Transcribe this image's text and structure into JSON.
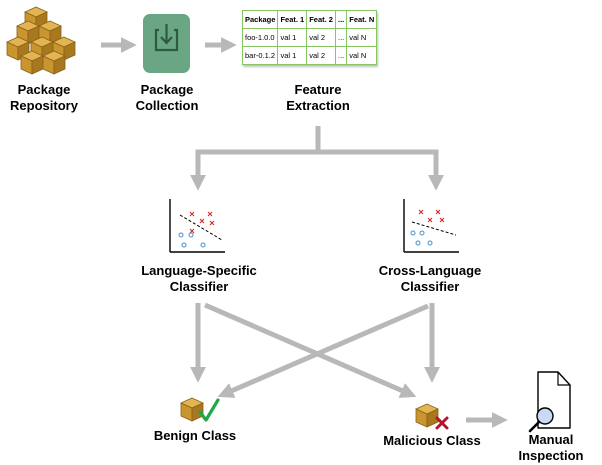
{
  "nodes": {
    "repository": {
      "line1": "Package",
      "line2": "Repository"
    },
    "collection": {
      "line1": "Package",
      "line2": "Collection"
    },
    "extraction": {
      "line1": "Feature",
      "line2": "Extraction"
    },
    "lang_specific": {
      "line1": "Language-Specific",
      "line2": "Classifier"
    },
    "cross_lang": {
      "line1": "Cross-Language",
      "line2": "Classifier"
    },
    "benign": {
      "label": "Benign Class"
    },
    "malicious": {
      "label": "Malicious Class"
    },
    "manual": {
      "line1": "Manual",
      "line2": "Inspection"
    }
  },
  "feature_table": {
    "headers": [
      "Package",
      "Feat. 1",
      "Feat. 2",
      "...",
      "Feat. N"
    ],
    "rows": [
      [
        "foo-1.0.0",
        "val 1",
        "val 2",
        "...",
        "val N"
      ],
      [
        "bar-0.1.2",
        "val 1",
        "val 2",
        "...",
        "val N"
      ]
    ]
  },
  "colors": {
    "arrow": "#b8b8b8",
    "box": "#c8952f",
    "collection_icon": "#6aa684",
    "table_border": "#86c764",
    "scatter_x": "#d62728",
    "scatter_o": "#4a90c8",
    "check": "#1ea84a",
    "cross": "#b0182a"
  },
  "icons": {
    "repository": "package-stack-icon",
    "collection": "download-tray-icon",
    "classifier": "scatter-plot-icon",
    "benign": "package-check-icon",
    "malicious": "package-cross-icon",
    "manual": "document-magnifier-icon"
  }
}
